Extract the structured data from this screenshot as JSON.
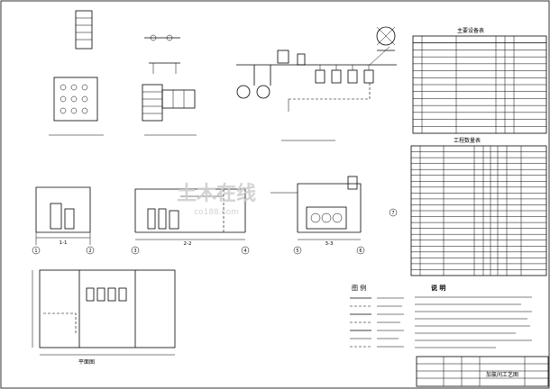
{
  "sheet": {
    "tables": {
      "equipment_title": "主要设备表",
      "quantity_title": "工程数量表",
      "equipment_rows": 14,
      "quantity_rows": 22
    },
    "legend": {
      "title": "图 例"
    },
    "notes": {
      "heading": "说 明"
    },
    "views": {
      "section_1": "1-1",
      "section_2": "2-2",
      "section_3": "3-3",
      "plan": "平面图"
    },
    "circle_markers": [
      "1",
      "2",
      "3",
      "4",
      "5",
      "6",
      "7"
    ],
    "title_block": {
      "drawing_title": "加氯间工艺图"
    },
    "watermark": {
      "mark": "土木在线",
      "site": "co188.com"
    }
  }
}
